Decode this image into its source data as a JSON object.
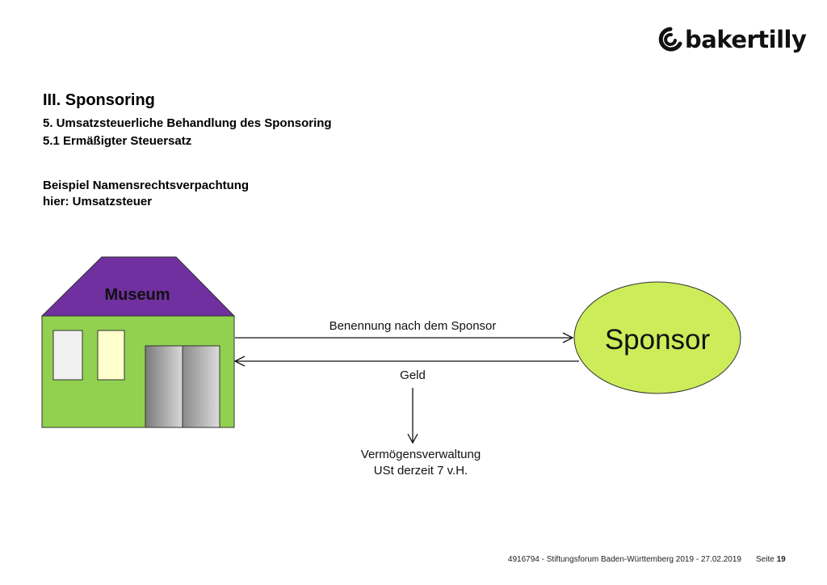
{
  "logo": {
    "text": "bakertilly"
  },
  "heading": {
    "title": "III. Sponsoring",
    "subtitle": "5. Umsatzsteuerliche Behandlung des Sponsoring",
    "subsection": "5.1 Ermäßigter Steuersatz"
  },
  "example": {
    "line1": "Beispiel Namensrechtsverpachtung",
    "line2": "hier: Umsatzsteuer"
  },
  "diagram": {
    "museum_label": "Museum",
    "sponsor_label": "Sponsor",
    "arrow_top_label": "Benennung nach dem Sponsor",
    "arrow_bottom_label": "Geld",
    "result_line1": "Vermögensverwaltung",
    "result_line2": "USt derzeit 7 v.H.",
    "colors": {
      "roof": "#7030A0",
      "house": "#92D050",
      "sponsor_ellipse": "#CCEC5A",
      "window_right": "#FFFFCC",
      "window_left": "#F0F0F0"
    }
  },
  "footer": {
    "reference": "4916794 - Stiftungsforum Baden-Württemberg 2019 - 27.02.2019",
    "page_label": "Seite",
    "page_number": "19"
  }
}
